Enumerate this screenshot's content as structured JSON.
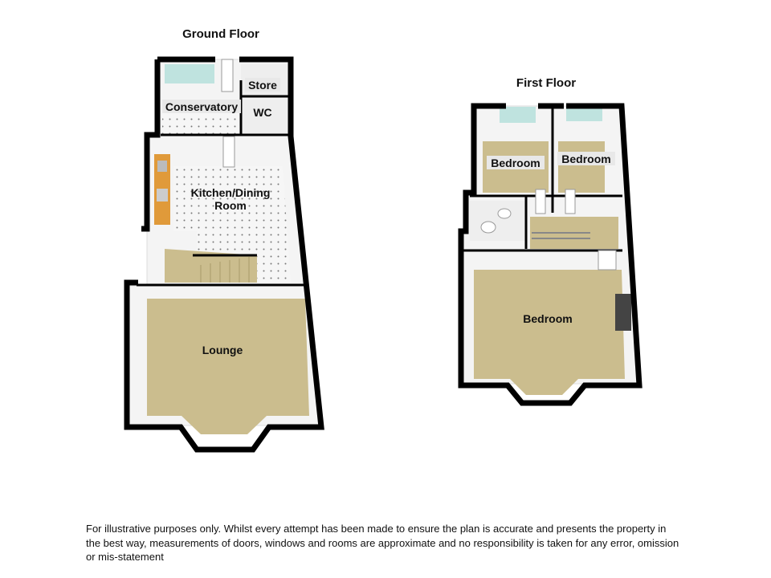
{
  "ground_floor": {
    "title": "Ground Floor",
    "rooms": {
      "store": "Store",
      "conservatory": "Conservatory",
      "wc": "WC",
      "kitchen_line1": "Kitchen/Dining",
      "kitchen_line2": "Room",
      "lounge": "Lounge"
    }
  },
  "first_floor": {
    "title": "First Floor",
    "rooms": {
      "bedroom_left": "Bedroom",
      "bedroom_right": "Bedroom",
      "bedroom_main": "Bedroom"
    }
  },
  "colors": {
    "carpet": "#cbbd8e",
    "wall": "#000000",
    "worktop": "#e09a3a",
    "glass": "#bfe3df"
  },
  "disclaimer": "For illustrative purposes only. Whilst every attempt has been made to ensure the plan is accurate and presents the property in the best way, measurements of doors, windows and rooms are approximate and no responsibility is taken for any error, omission or mis-statement"
}
